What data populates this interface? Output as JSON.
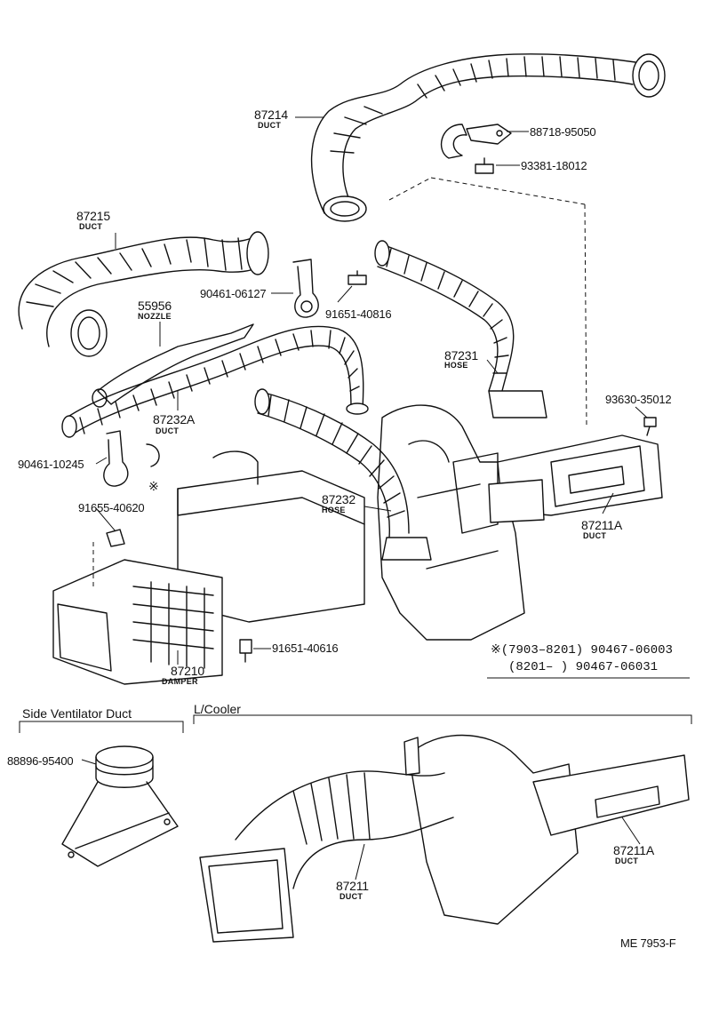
{
  "diagram": {
    "parts": [
      {
        "id": "p87214",
        "number": "87214",
        "name": "DUCT"
      },
      {
        "id": "p88718",
        "number": "88718-95050",
        "name": ""
      },
      {
        "id": "p93381",
        "number": "93381-18012",
        "name": ""
      },
      {
        "id": "p87215",
        "number": "87215",
        "name": "DUCT"
      },
      {
        "id": "p55956",
        "number": "55956",
        "name": "NOZZLE"
      },
      {
        "id": "p90461a",
        "number": "90461-06127",
        "name": ""
      },
      {
        "id": "p91651a",
        "number": "91651-40816",
        "name": ""
      },
      {
        "id": "p87231",
        "number": "87231",
        "name": "HOSE"
      },
      {
        "id": "p87232A",
        "number": "87232A",
        "name": "DUCT"
      },
      {
        "id": "p93630",
        "number": "93630-35012",
        "name": ""
      },
      {
        "id": "p90461b",
        "number": "90461-10245",
        "name": ""
      },
      {
        "id": "p87232",
        "number": "87232",
        "name": "HOSE"
      },
      {
        "id": "p91655",
        "number": "91655-40620",
        "name": ""
      },
      {
        "id": "p87211A",
        "number": "87211A",
        "name": "DUCT"
      },
      {
        "id": "p91651b",
        "number": "91651-40616",
        "name": ""
      },
      {
        "id": "p87210",
        "number": "87210",
        "name": "DAMPER"
      },
      {
        "id": "p88896",
        "number": "88896-95400",
        "name": ""
      },
      {
        "id": "p87211",
        "number": "87211",
        "name": "DUCT"
      },
      {
        "id": "p87211A2",
        "number": "87211A",
        "name": "DUCT"
      }
    ],
    "asterisk_symbol": "※",
    "note": {
      "line1": "※(7903–8201) 90467-06003",
      "line2": "(8201–      ) 90467-06031"
    },
    "sections": {
      "side_ventilator": "Side Ventilator Duct",
      "l_cooler": "L/Cooler"
    },
    "drawing_code": "ME  7953-F"
  }
}
